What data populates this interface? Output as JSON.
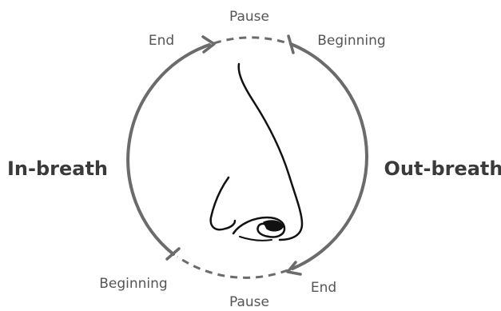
{
  "labels": {
    "pause_top": "Pause",
    "pause_bottom": "Pause",
    "end_top_left": "End",
    "beginning_top_right": "Beginning",
    "in_breath": "In-breath",
    "out_breath": "Out-breath",
    "beginning_bottom_left": "Beginning",
    "end_bottom_right": "End"
  },
  "colors": {
    "arc": "#6b6b6b",
    "nose": "#111111",
    "text": "#555555"
  }
}
